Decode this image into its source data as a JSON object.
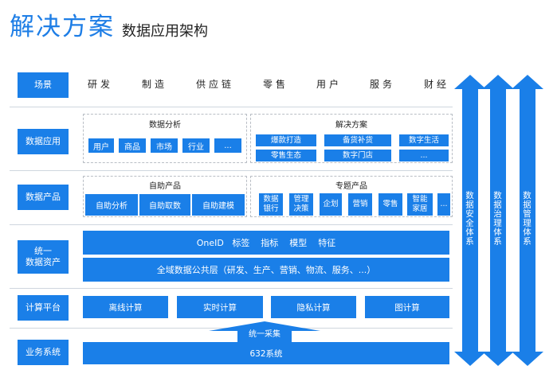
{
  "header": {
    "title": "解决方案",
    "subtitle": "数据应用架构"
  },
  "rows": {
    "scene": "场景",
    "app": "数据应用",
    "product": "数据产品",
    "asset": "统一\n数据资产",
    "compute": "计算平台",
    "business": "业务系统"
  },
  "scenes": [
    "研发",
    "制造",
    "供应链",
    "零售",
    "用户",
    "服务",
    "财经"
  ],
  "analysis": {
    "title": "数据分析",
    "items": [
      "用户",
      "商品",
      "市场",
      "行业",
      "..."
    ]
  },
  "solution": {
    "title": "解决方案",
    "items": [
      "爆款打造",
      "备货补货",
      "数字生活",
      "零售生态",
      "数字门店",
      "..."
    ]
  },
  "selfservice": {
    "title": "自助产品",
    "items": [
      "自助分析",
      "自助取数",
      "自助建模"
    ]
  },
  "topic": {
    "title": "专题产品",
    "items": [
      "数据\n银行",
      "管理\n决策",
      "企划",
      "营销",
      "零售",
      "智能\n家居",
      "..."
    ]
  },
  "assets": {
    "oneid": "OneID   标签    指标    模型    特征",
    "layer": "全域数据公共层（研发、生产、营销、物流、服务、...）"
  },
  "compute": [
    "离线计算",
    "实时计算",
    "隐私计算",
    "图计算"
  ],
  "collect": "统一采集",
  "business_system": "632系统",
  "side_arrows": [
    "数据安全体系",
    "数据治理体系",
    "数据管理体系"
  ],
  "colors": {
    "primary": "#1a7fe8",
    "title": "#1e7ee6",
    "divider": "#cfd6de",
    "dash": "#b9bec5"
  }
}
